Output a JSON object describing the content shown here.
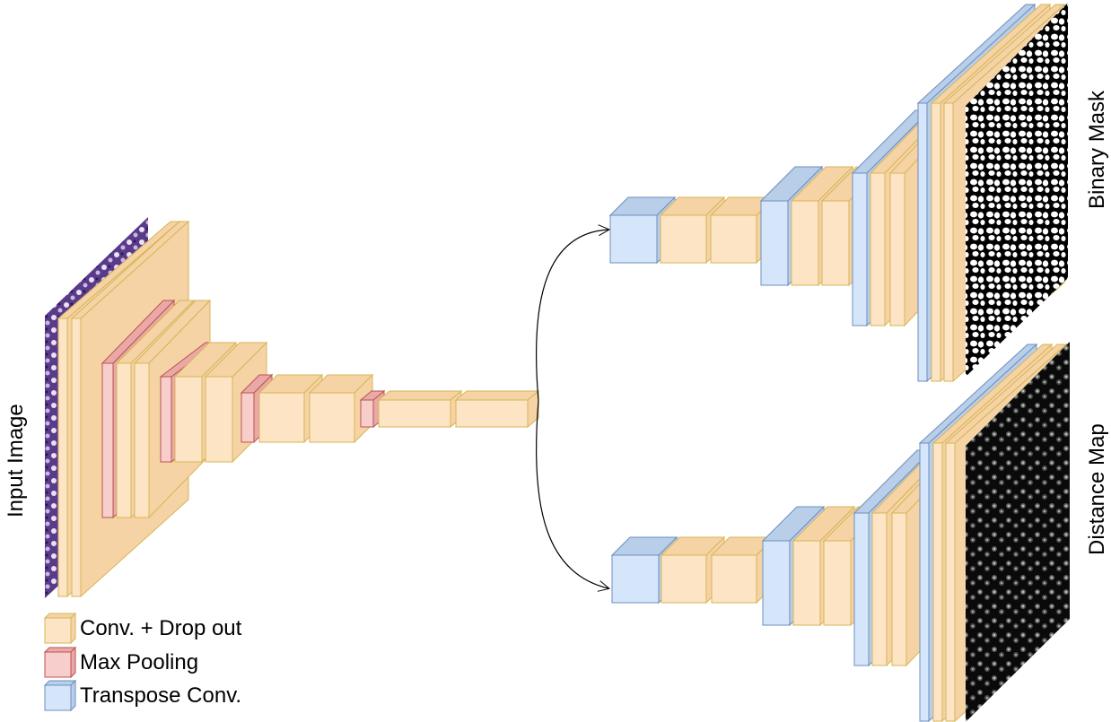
{
  "labels": {
    "input": "Input Image",
    "output_top": "Binary Mask",
    "output_bottom": "Distance Map"
  },
  "legend": [
    {
      "key": "conv",
      "label": "Conv. + Drop out",
      "front": "#fde4c4",
      "side": "#f5d3a5",
      "stroke": "#d6b656"
    },
    {
      "key": "pool",
      "label": "Max Pooling",
      "front": "#f8cecc",
      "side": "#eaa9a7",
      "stroke": "#b85450"
    },
    {
      "key": "tconv",
      "label": "Transpose Conv.",
      "front": "#d6e6fa",
      "side": "#b9cee9",
      "stroke": "#6c8ebf"
    }
  ],
  "colors": {
    "conv_front": "#fde4c4",
    "conv_top": "#f5d3a5",
    "conv_stroke": "#d6b656",
    "pool_front": "#f8cecc",
    "pool_top": "#eaa9a7",
    "pool_stroke": "#b85450",
    "tconv_front": "#d6e6fa",
    "tconv_top": "#b9cee9",
    "tconv_stroke": "#6c8ebf",
    "input_texture": "#4b2d7a",
    "mask_background": "#000000",
    "distance_background": "#0a0a0a"
  },
  "arrows": [
    "encoder-to-mask-decoder",
    "encoder-to-distance-decoder"
  ]
}
